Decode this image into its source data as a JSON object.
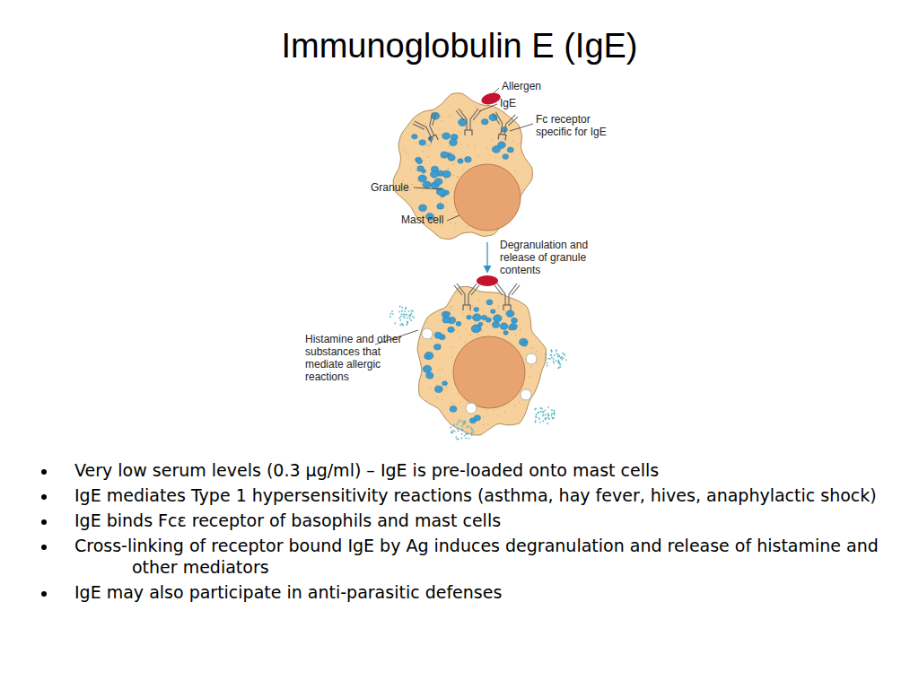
{
  "diagram": {
    "title": "Immunoglobulin E (IgE)",
    "labels": [
      "Allergen",
      "IgE",
      "Fc receptor specific for IgE",
      "Granule",
      "Mast cell",
      "Degranulation and release of granule contents",
      "Histamine and other substances that mediate allergic reactions",
      "Very low serum levels (0.3 μg/ml) – IgE is pre-loaded onto mast cells",
      "IgE mediates Type 1 hypersensitivity reactions (asthma, hay fever, hives, anaphylactic shock)",
      "IgE binds Fcε receptor of basophils and mast cells",
      "Cross-linking of receptor bound IgE by Ag induces degranulation and release of histamine and other mediators",
      "IgE may also participate in anti-parasitic defenses"
    ]
  }
}
